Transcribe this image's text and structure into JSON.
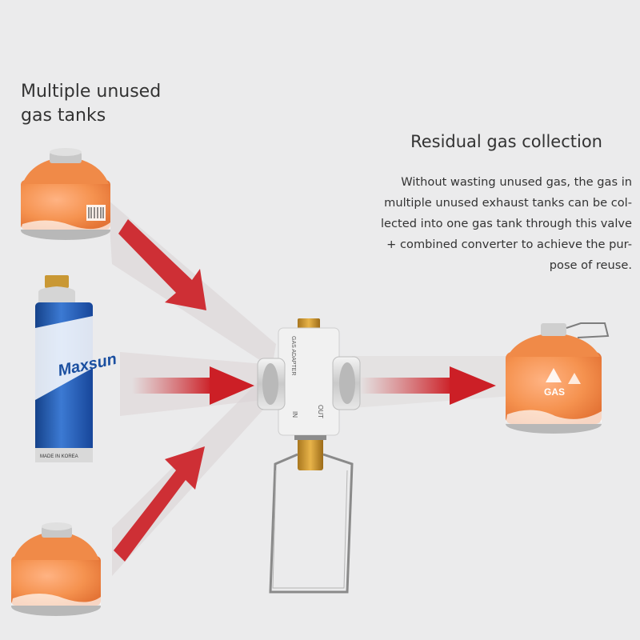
{
  "headings": {
    "left": [
      "Multiple unused",
      "gas tanks"
    ],
    "right": "Residual gas collection"
  },
  "description_lines": [
    "Without wasting unused gas, the gas in",
    "multiple unused exhaust tanks can be col-",
    "lected into one gas tank through this valve",
    "+ combined converter to achieve the pur-",
    "pose of reuse."
  ],
  "product_labels": {
    "butane_can": "Maxsun",
    "butane_origin": "MADE IN KOREA",
    "adapter_top": "GAS ADAPTER",
    "adapter_out": "OUT",
    "adapter_in": "IN",
    "canister_brand": "GAS"
  },
  "colors": {
    "background": "#ebebec",
    "canister_orange": "#f5924f",
    "arrow_red": "#cc1f26",
    "butane_blue": "#1f5fb8"
  }
}
